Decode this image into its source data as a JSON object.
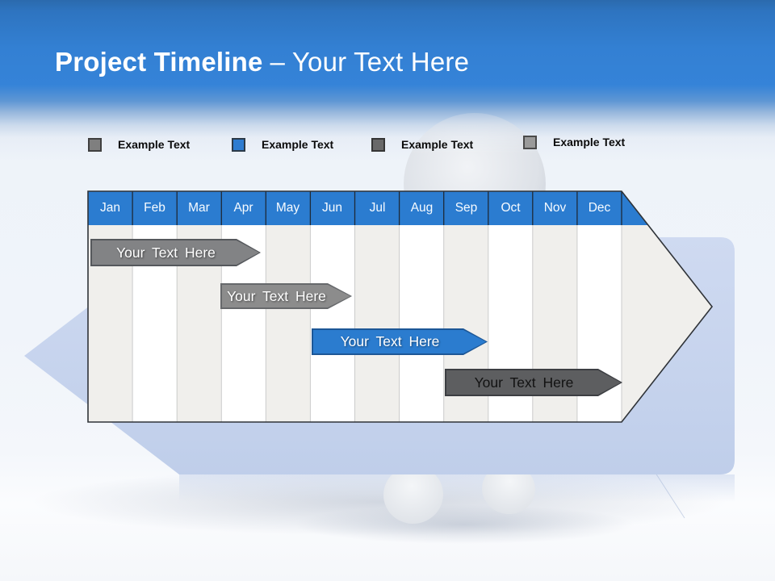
{
  "slide": {
    "title_bold": "Project Timeline",
    "title_rest": "– Your Text Here",
    "header_color": "#3380d3",
    "background_color": "#eef3f9"
  },
  "legend": {
    "items": [
      {
        "label": "Example Text",
        "swatch_color": "#7f7f7f"
      },
      {
        "label": "Example Text",
        "swatch_color": "#2e7cd1"
      },
      {
        "label": "Example Text",
        "swatch_color": "#696969"
      },
      {
        "label": "Example Text",
        "swatch_color": "#9a9a9a"
      }
    ]
  },
  "timeline": {
    "months": [
      "Jan",
      "Feb",
      "Mar",
      "Apr",
      "May",
      "Jun",
      "Jul",
      "Aug",
      "Sep",
      "Oct",
      "Nov",
      "Dec"
    ],
    "month_header_color": "#2b7cd0",
    "stripe_color": "#f0efec",
    "bars": [
      {
        "label": "Your Text Here",
        "fill_color": "#828385",
        "text_color": "#ffffff",
        "start_month": "Jan",
        "end_month": "Apr"
      },
      {
        "label": "Your Text Here",
        "fill_color": "#8c8c8c",
        "text_color": "#ffffff",
        "start_month": "Apr",
        "end_month": "Jun"
      },
      {
        "label": "Your Text Here",
        "fill_color": "#2b7ccf",
        "text_color": "#ffffff",
        "start_month": "Jun",
        "end_month": "Sep"
      },
      {
        "label": "Your Text Here",
        "fill_color": "#5d5e60",
        "text_color": "#111111",
        "start_month": "Sep",
        "end_month": "Dec"
      }
    ]
  },
  "background_graphics": {
    "arrow_color": "#c7d4ee",
    "figure": "3d-person-holding-timeline-arrow"
  },
  "chart_data": {
    "type": "bar",
    "subtype": "gantt-timeline",
    "title": "Project Timeline – Your Text Here",
    "categories": [
      "Jan",
      "Feb",
      "Mar",
      "Apr",
      "May",
      "Jun",
      "Jul",
      "Aug",
      "Sep",
      "Oct",
      "Nov",
      "Dec"
    ],
    "bars": [
      {
        "label": "Your Text Here",
        "start_month_index": 1,
        "end_month_index": 4,
        "color": "#828385"
      },
      {
        "label": "Your Text Here",
        "start_month_index": 4,
        "end_month_index": 6,
        "color": "#8c8c8c"
      },
      {
        "label": "Your Text Here",
        "start_month_index": 6,
        "end_month_index": 9,
        "color": "#2b7ccf"
      },
      {
        "label": "Your Text Here",
        "start_month_index": 9,
        "end_month_index": 12,
        "color": "#5d5e60"
      }
    ],
    "legend_entries": [
      "Example Text",
      "Example Text",
      "Example Text",
      "Example Text"
    ],
    "legend_position": "top",
    "grid": "vertical-month-stripes"
  }
}
